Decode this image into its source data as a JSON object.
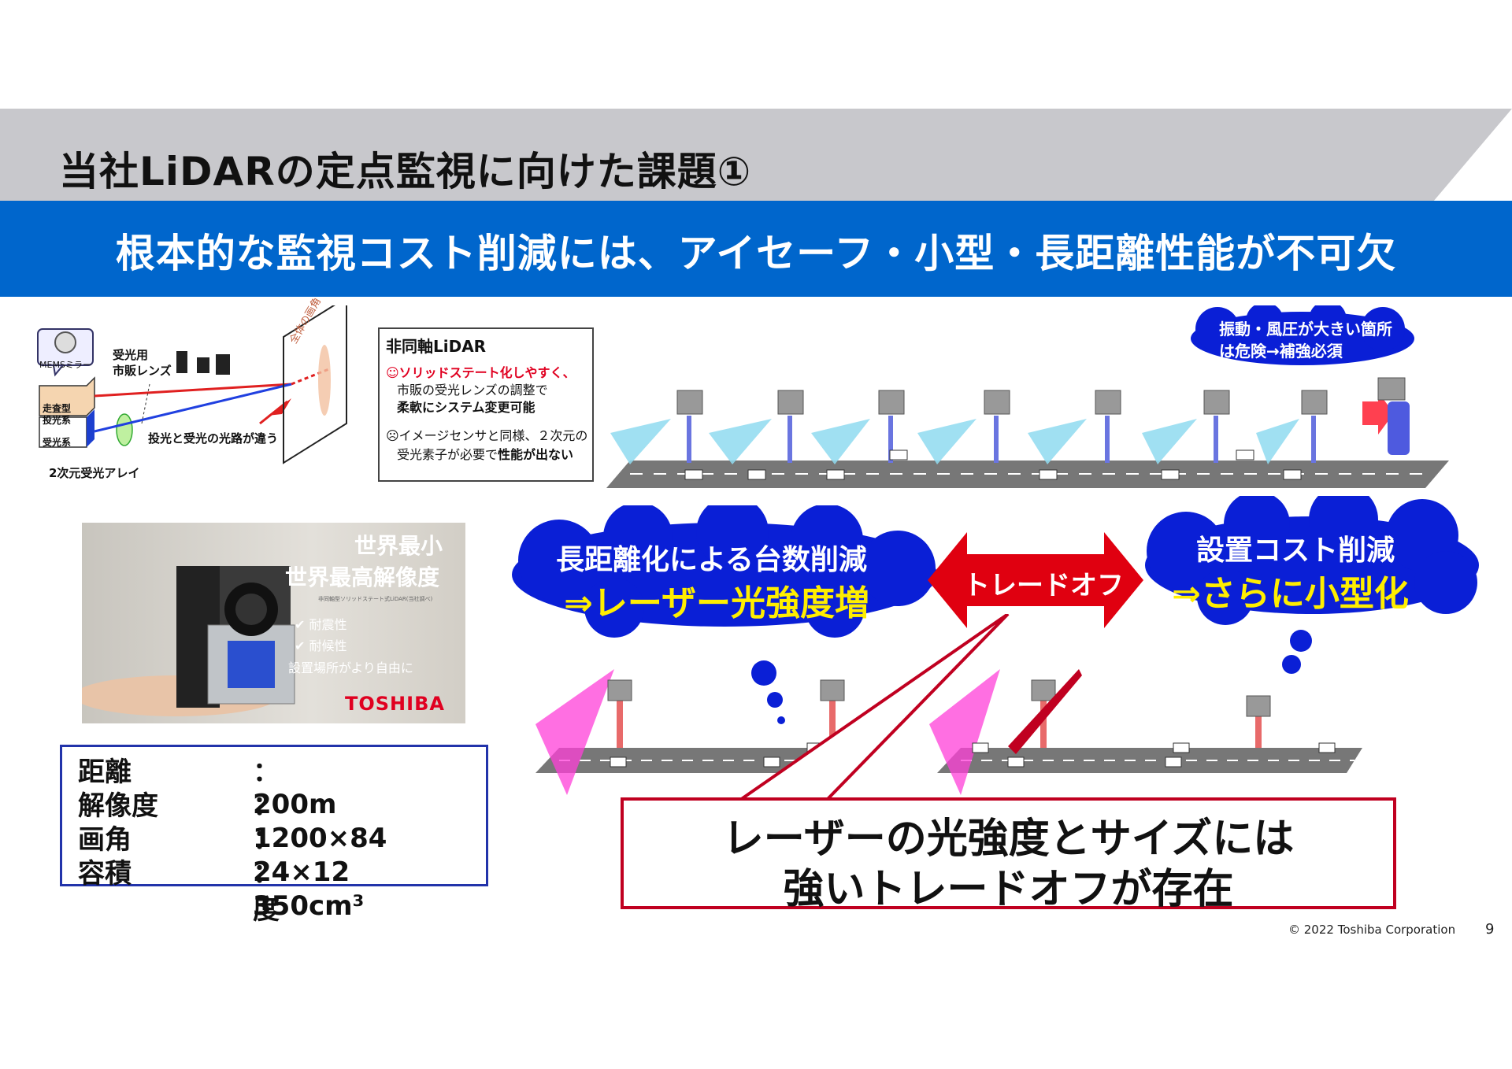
{
  "header": {
    "title": "当社LiDARの定点監視に向けた課題①",
    "subtitle": "根本的な監視コスト削減には、アイセーフ・小型・長距離性能が不可欠"
  },
  "diagram": {
    "mems_label": "MEMSミラー",
    "lens_label_1": "受光用",
    "lens_label_2": "市販レンズ",
    "scan_label_1": "走査型",
    "scan_label_2": "投光系",
    "receiver_label": "受光系",
    "array_label": "2次元受光アレイ",
    "path_label": "投光と受光の光路が違う",
    "angle_label": "全体の画角"
  },
  "nonaxis": {
    "heading": "非同軸LiDAR",
    "pro_line1": "☺ソリッドステート化しやすく、",
    "pro_line2": "市販の受光レンズの調整で",
    "pro_line3": "柔軟にシステム変更可能",
    "con_line1": "☹イメージセンサと同様、２次元の",
    "con_line2": "受光素子が必要で",
    "con_strong": "性能が出ない"
  },
  "photo": {
    "headline1": "世界最小",
    "headline2": "世界最高解像度",
    "caption": "非同軸型ソリッドステート式LiDAR(当社調べ)",
    "feature1": "耐震性",
    "feature2": "耐候性",
    "feature3": "設置場所がより自由に",
    "brand": "TOSHIBA"
  },
  "specs": [
    {
      "label": "距離",
      "value": "：200m"
    },
    {
      "label": "解像度",
      "value": "：1200×84"
    },
    {
      "label": "画角",
      "value": "：24×12度"
    },
    {
      "label": "容積",
      "value": "：350cm³"
    }
  ],
  "callouts": {
    "wind_line1": "振動・風圧が大きい箇所",
    "wind_line2": "は危険→補強必須",
    "left_line1": "長距離化による台数削減",
    "left_line2": "⇒レーザー光強度増",
    "right_line1": "設置コスト削減",
    "right_line2": "⇒さらに小型化",
    "tradeoff": "トレードオフ"
  },
  "result": {
    "line1": "レーザーの光強度とサイズには",
    "line2": "強いトレードオフが存在"
  },
  "footer": {
    "copyright": "© 2022 Toshiba Corporation",
    "page": "9"
  },
  "colors": {
    "accent_blue": "#0066cc",
    "cloud_blue": "#0a1fd6",
    "highlight_yellow": "#ffee00",
    "alert_red": "#e00020",
    "beam_cyan": "#7fd6f0",
    "beam_magenta": "#ff3fd8"
  }
}
